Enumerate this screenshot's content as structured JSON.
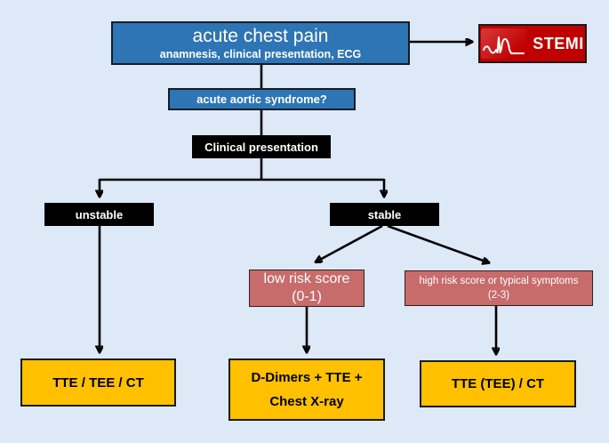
{
  "colors": {
    "background": "#dde9f7",
    "blue": "#2e75b6",
    "red": "#c00000",
    "pink": "#c76b6b",
    "yellow": "#ffc000",
    "black": "#000000",
    "line": "#000000"
  },
  "nodes": {
    "acute_chest_pain": {
      "title": "acute chest pain",
      "subtitle": "anamnesis, clinical presentation, ECG"
    },
    "stemi": {
      "label": "STEMI",
      "icon": "ecg-waveform-icon"
    },
    "aortic_syndrome": {
      "label": "acute aortic syndrome?"
    },
    "clinical_presentation": {
      "label": "Clinical presentation"
    },
    "unstable": {
      "label": "unstable"
    },
    "stable": {
      "label": "stable"
    },
    "low_risk": {
      "line1": "low risk score",
      "line2": "(0-1)"
    },
    "high_risk": {
      "line1": "high risk score or typical symptoms",
      "line2": "(2-3)"
    },
    "outcome_unstable": {
      "label": "TTE / TEE / CT"
    },
    "outcome_low_risk": {
      "line1": "D-Dimers + TTE +",
      "line2": "Chest X-ray"
    },
    "outcome_high_risk": {
      "label": "TTE (TEE) / CT"
    }
  }
}
